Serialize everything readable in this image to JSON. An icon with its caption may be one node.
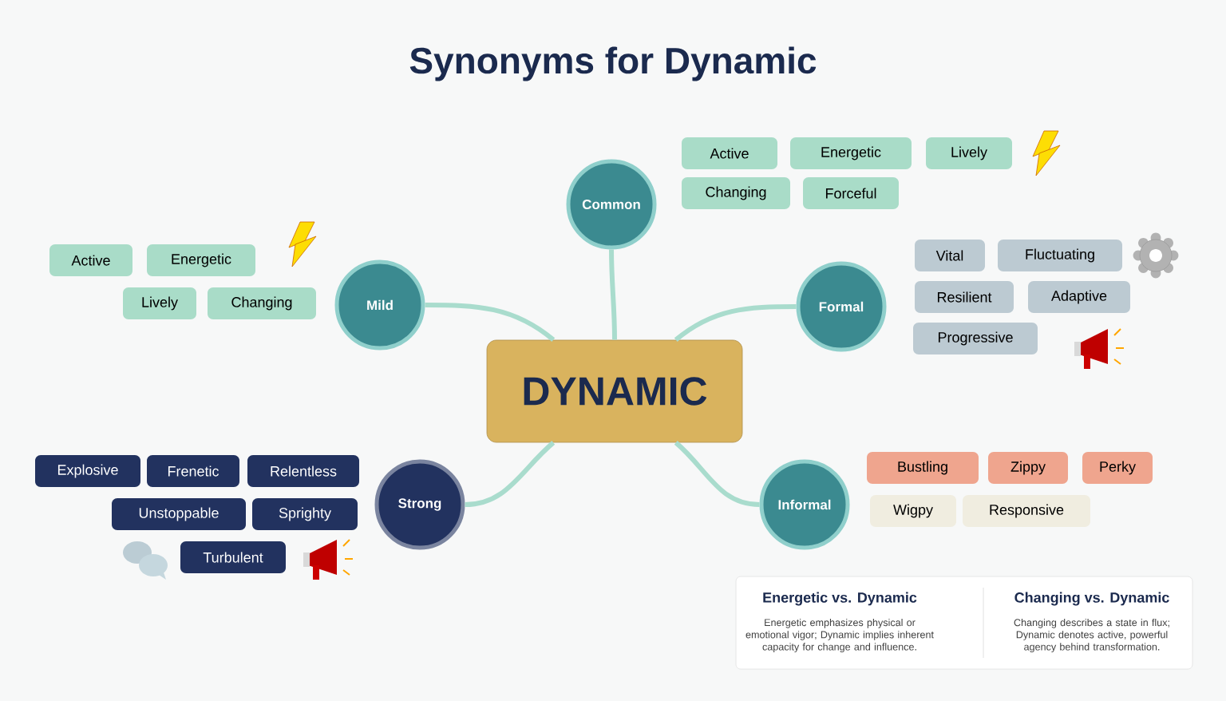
{
  "diagram": {
    "title": "Synonyms for Dynamic",
    "nodes": [
      {
        "text": [
          "DYNAMIC"
        ]
      },
      {
        "text": [
          "Common"
        ]
      },
      {
        "text": [
          "Mild"
        ]
      },
      {
        "text": [
          "Formal"
        ]
      },
      {
        "text": [
          "Strong"
        ]
      },
      {
        "text": [
          "Informal"
        ]
      },
      {
        "text": [
          "Active"
        ]
      },
      {
        "text": [
          "Energetic"
        ]
      },
      {
        "text": [
          "Lively"
        ]
      },
      {
        "text": [
          "Changing"
        ]
      },
      {
        "text": [
          "Forceful"
        ]
      },
      {
        "text": [
          "Active"
        ]
      },
      {
        "text": [
          "Energetic"
        ]
      },
      {
        "text": [
          "Lively"
        ]
      },
      {
        "text": [
          "Changing"
        ]
      },
      {
        "text": [
          "Vital"
        ]
      },
      {
        "text": [
          "Fluctuating"
        ]
      },
      {
        "text": [
          "Resilient"
        ]
      },
      {
        "text": [
          "Adaptive"
        ]
      },
      {
        "text": [
          "Progressive"
        ]
      },
      {
        "text": [
          "Explosive"
        ]
      },
      {
        "text": [
          "Frenetic"
        ]
      },
      {
        "text": [
          "Relentless"
        ]
      },
      {
        "text": [
          "Unstoppable"
        ]
      },
      {
        "text": [
          "Sprighty"
        ]
      },
      {
        "text": [
          "Turbulent"
        ]
      },
      {
        "text": [
          "Bustling"
        ]
      },
      {
        "text": [
          "Zippy"
        ]
      },
      {
        "text": [
          "Perky"
        ]
      },
      {
        "text": [
          "Wigpy"
        ]
      },
      {
        "text": [
          "Responsive"
        ]
      },
      {
        "text": [
          "**Energetic** vs. **Dynamic**",
          "Energetic emphasizes physical or emotional vigor; Dynamic implies inherent capacity for change and influence.",
          "**Changing** vs. **Dynamic**",
          "Changing describes a state in flux; Dynamic denotes active, powerful agency behind transformation."
        ]
      }
    ],
    "edges": [
      {
        "from": 0,
        "to": 1,
        "arrow": "none"
      },
      {
        "from": 0,
        "to": 2,
        "arrow": "none"
      },
      {
        "from": 0,
        "to": 3,
        "arrow": "none"
      },
      {
        "from": 0,
        "to": 4,
        "arrow": "none"
      },
      {
        "from": 0,
        "to": 5,
        "arrow": "none"
      }
    ]
  }
}
